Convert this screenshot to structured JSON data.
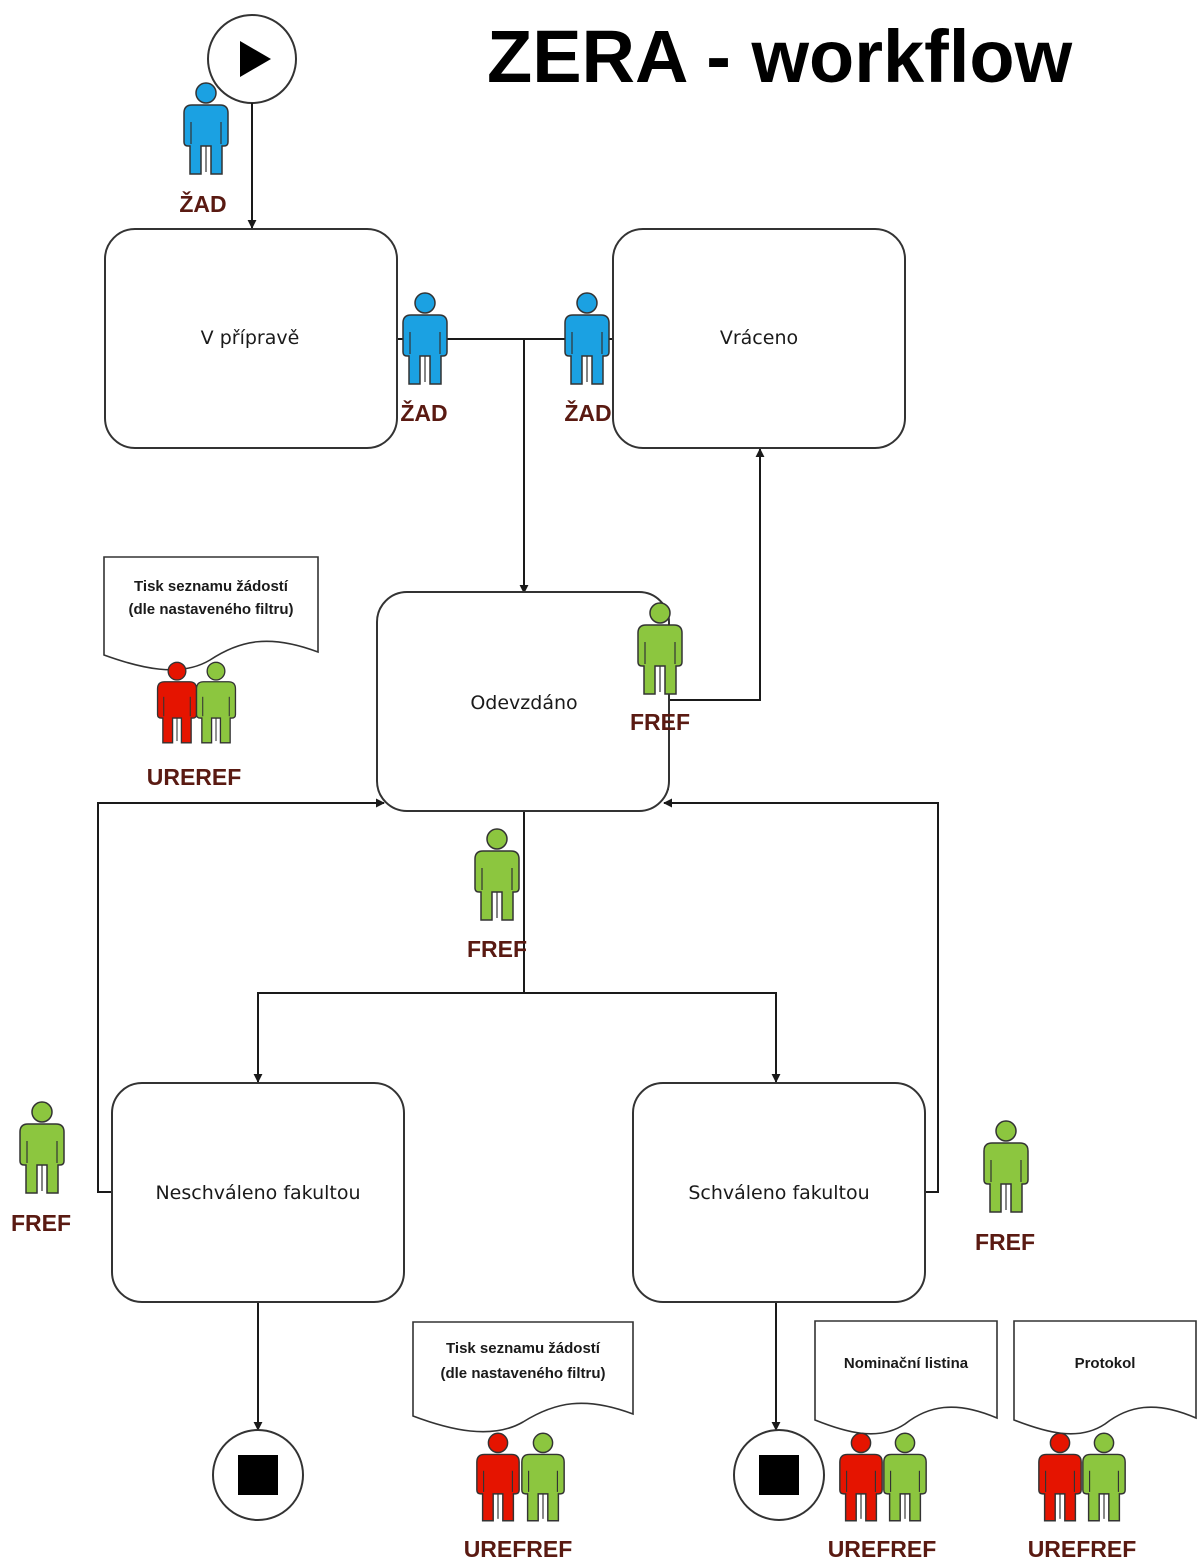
{
  "title": "ZERA - workflow",
  "states": {
    "priprave": "V přípravě",
    "vraceno": "Vráceno",
    "odevzdano": "Odevzdáno",
    "neschvaleno": "Neschváleno fakultou",
    "schvaleno": "Schváleno fakultou"
  },
  "roles": {
    "zad_start": "ŽAD",
    "zad_left": "ŽAD",
    "zad_right": "ŽAD",
    "fref_return": "FREF",
    "fref_decide": "FREF",
    "fref_left": "FREF",
    "fref_right": "FREF",
    "uref_top": "UREREF",
    "uref_mid": "UREFREF",
    "uref_nom": "UREFREF",
    "uref_prot": "UREFREF"
  },
  "documents": {
    "doc_top_line1": "Tisk seznamu žádostí",
    "doc_top_line2": "(dle nastaveného filtru)",
    "doc_mid_line1": "Tisk seznamu  žádostí",
    "doc_mid_line2": "(dle nastaveného filtru)",
    "doc_nom": "Nominační listina",
    "doc_prot": "Protokol"
  },
  "colors": {
    "zad_person": "#1ba1e2",
    "fref_person": "#8cc63f",
    "uref_person": "#e51400",
    "role_text": "#5a1a12"
  }
}
